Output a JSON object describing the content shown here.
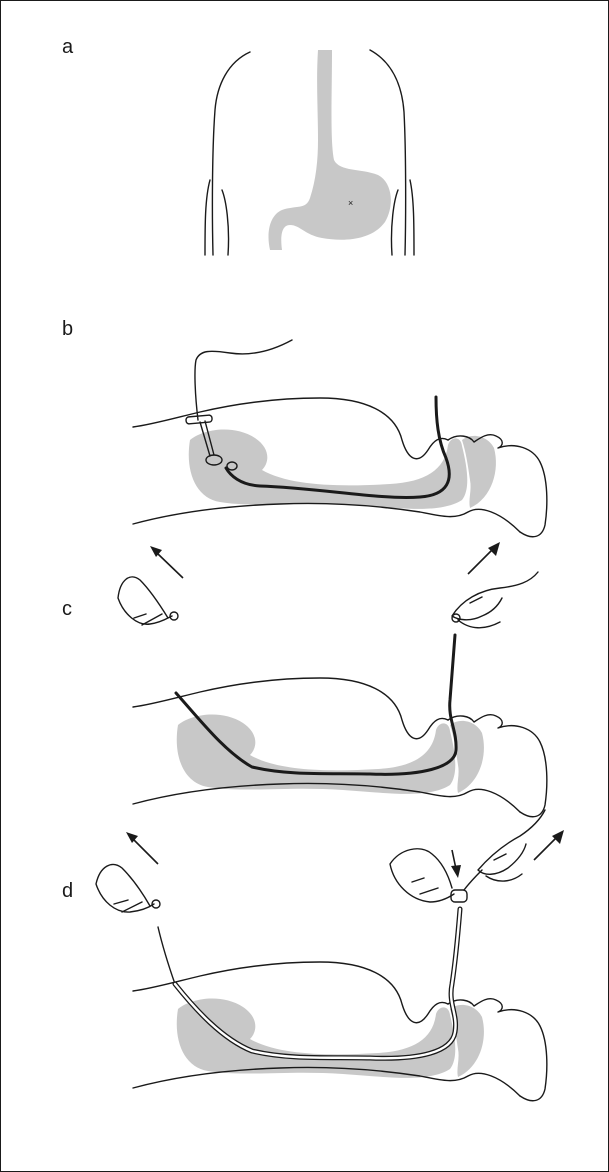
{
  "panels": {
    "a": {
      "label": "a"
    },
    "b": {
      "label": "b"
    },
    "c": {
      "label": "c"
    },
    "d": {
      "label": "d"
    }
  },
  "colors": {
    "outline": "#1a1a1a",
    "organ_fill": "#c8c8c8",
    "background": "#ffffff"
  }
}
